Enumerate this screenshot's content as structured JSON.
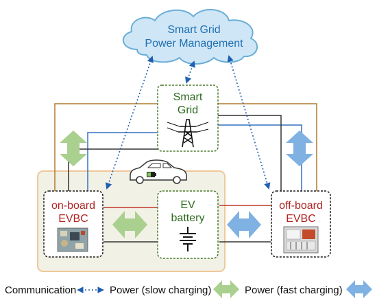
{
  "cloud": {
    "line1": "Smart Grid",
    "line2": "Power Management"
  },
  "nodes": {
    "smart_grid": {
      "line1": "Smart",
      "line2": "Grid",
      "icon": "transmission-tower-icon"
    },
    "onboard": {
      "line1": "on-board",
      "line2": "EVBC",
      "icon": "circuit-board-photo"
    },
    "ev_battery": {
      "line1": "EV",
      "line2": "battery",
      "icon": "battery-symbol-icon"
    },
    "offboard": {
      "line1": "off-board",
      "line2": "EVBC",
      "icon": "charger-cabinet-photo"
    }
  },
  "vehicle": {
    "icon": "car-icon"
  },
  "legend": {
    "communication": "Communication",
    "slow": "Power (slow charging)",
    "fast": "Power (fast charging)"
  },
  "colors": {
    "cloud_fill": "#cfe6f7",
    "cloud_stroke": "#6aaed6",
    "cloud_text": "#1f6fb0",
    "node_text_green": "#2e6b1f",
    "node_text_red": "#b22222",
    "node_border": "#1a1a1a",
    "node_border_green": "#4a7a2a",
    "ev_area_fill": "#f2f1e6",
    "ev_area_stroke": "#efc89a",
    "comm_line": "#1f5fb0",
    "line_brown": "#b07a2e",
    "line_blue": "#3470c0",
    "line_black": "#333333",
    "line_red": "#c0392b",
    "arrow_green": "#a9d08e",
    "arrow_blue": "#7fb1e3"
  }
}
